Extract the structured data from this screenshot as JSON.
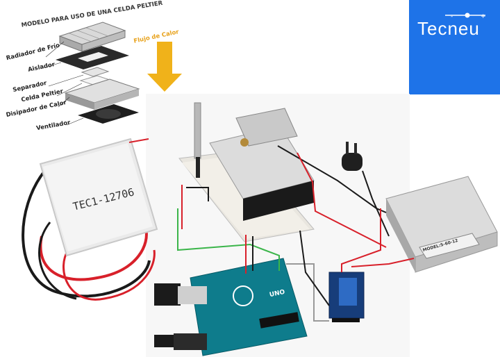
{
  "logo": {
    "text": "Tecneu",
    "bg": "#1e73e8"
  },
  "exploded": {
    "title": "MODELO PARA USO DE UNA CELDA PELTIER",
    "flow_label": "Flujo de Calor",
    "layers": [
      {
        "key": "radiador",
        "label": "Radiador de Frío"
      },
      {
        "key": "aislador",
        "label": "Aislador"
      },
      {
        "key": "separador",
        "label": "Separador"
      },
      {
        "key": "celda",
        "label": "Celda Peltier"
      },
      {
        "key": "disipador",
        "label": "Disipador de Calor"
      },
      {
        "key": "ventilador",
        "label": "Ventilador"
      }
    ]
  },
  "tec_module": {
    "label": "TEC1-12706"
  },
  "power_supply": {
    "label": "MODEL:S-60-12"
  },
  "arduino": {
    "label": "UNO"
  },
  "colors": {
    "red_wire": "#d8202a",
    "black_wire": "#1a1a1a",
    "green_wire": "#3bb54a",
    "arrow": "#f0b21a",
    "arduino": "#0e7c8c"
  }
}
